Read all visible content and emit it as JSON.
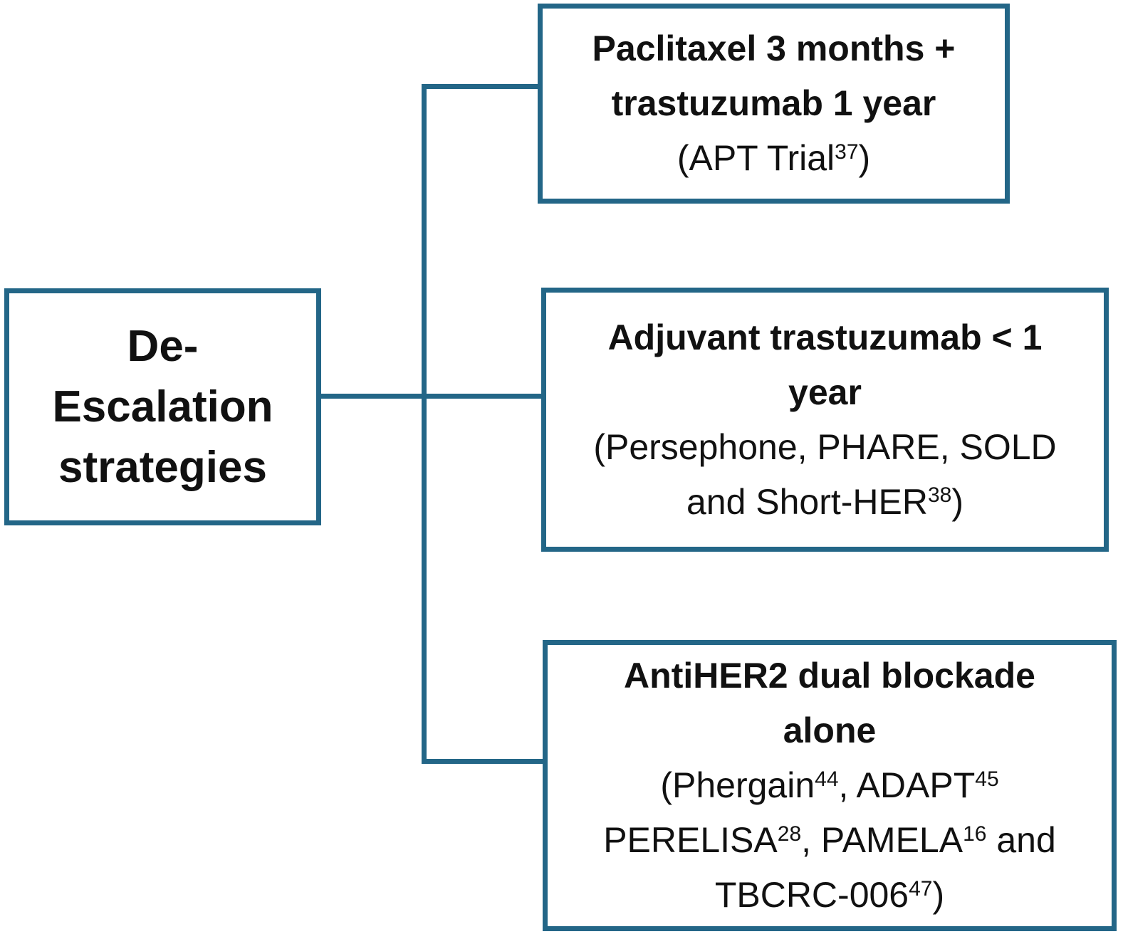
{
  "colors": {
    "border": "#236687",
    "text": "#111111",
    "background": "#ffffff"
  },
  "diagram": {
    "title": "De-Escalation strategies flow diagram",
    "root_label": "De-Escalation strategies",
    "branch_labels": [
      "Paclitaxel 3 months + trastuzumab 1 year (APT Trial37)",
      "Adjuvant trastuzumab < 1 year (Persephone, PHARE, SOLD and Short-HER38)",
      "AntiHER2 dual blockade alone (Phergain44, ADAPT45 PERELISA28, PAMELA16 and TBCRC-00647)"
    ]
  },
  "boxes": {
    "root": {
      "lines": [
        {
          "bold": true,
          "segments": [
            {
              "t": "De-"
            }
          ]
        },
        {
          "bold": true,
          "segments": [
            {
              "t": "Escalation"
            }
          ]
        },
        {
          "bold": true,
          "segments": [
            {
              "t": "strategies"
            }
          ]
        }
      ]
    },
    "paclitaxel": {
      "lines": [
        {
          "bold": true,
          "segments": [
            {
              "t": "Paclitaxel 3 months +"
            }
          ]
        },
        {
          "bold": true,
          "segments": [
            {
              "t": "trastuzumab 1 year"
            }
          ]
        },
        {
          "bold": false,
          "segments": [
            {
              "t": "(APT Trial"
            },
            {
              "sup": "37"
            },
            {
              "t": ")"
            }
          ]
        }
      ]
    },
    "adjuvant": {
      "lines": [
        {
          "bold": true,
          "segments": [
            {
              "t": "Adjuvant trastuzumab < 1"
            }
          ]
        },
        {
          "bold": true,
          "segments": [
            {
              "t": "year"
            }
          ]
        },
        {
          "bold": false,
          "segments": [
            {
              "t": "(Persephone, PHARE, SOLD"
            }
          ]
        },
        {
          "bold": false,
          "segments": [
            {
              "t": "and Short-HER"
            },
            {
              "sup": "38"
            },
            {
              "t": ")"
            }
          ]
        }
      ]
    },
    "dual_blockade": {
      "lines": [
        {
          "bold": true,
          "segments": [
            {
              "t": "AntiHER2 dual blockade"
            }
          ]
        },
        {
          "bold": true,
          "segments": [
            {
              "t": "alone"
            }
          ]
        },
        {
          "bold": false,
          "segments": [
            {
              "t": "(Phergain"
            },
            {
              "sup": "44"
            },
            {
              "t": ", ADAPT"
            },
            {
              "sup": "45"
            }
          ]
        },
        {
          "bold": false,
          "segments": [
            {
              "t": "PERELISA"
            },
            {
              "sup": "28"
            },
            {
              "t": ", PAMELA"
            },
            {
              "sup": "16"
            },
            {
              "t": " and"
            }
          ]
        },
        {
          "bold": false,
          "segments": [
            {
              "t": "TBCRC-006"
            },
            {
              "sup": "47"
            },
            {
              "t": ")"
            }
          ]
        }
      ]
    }
  }
}
